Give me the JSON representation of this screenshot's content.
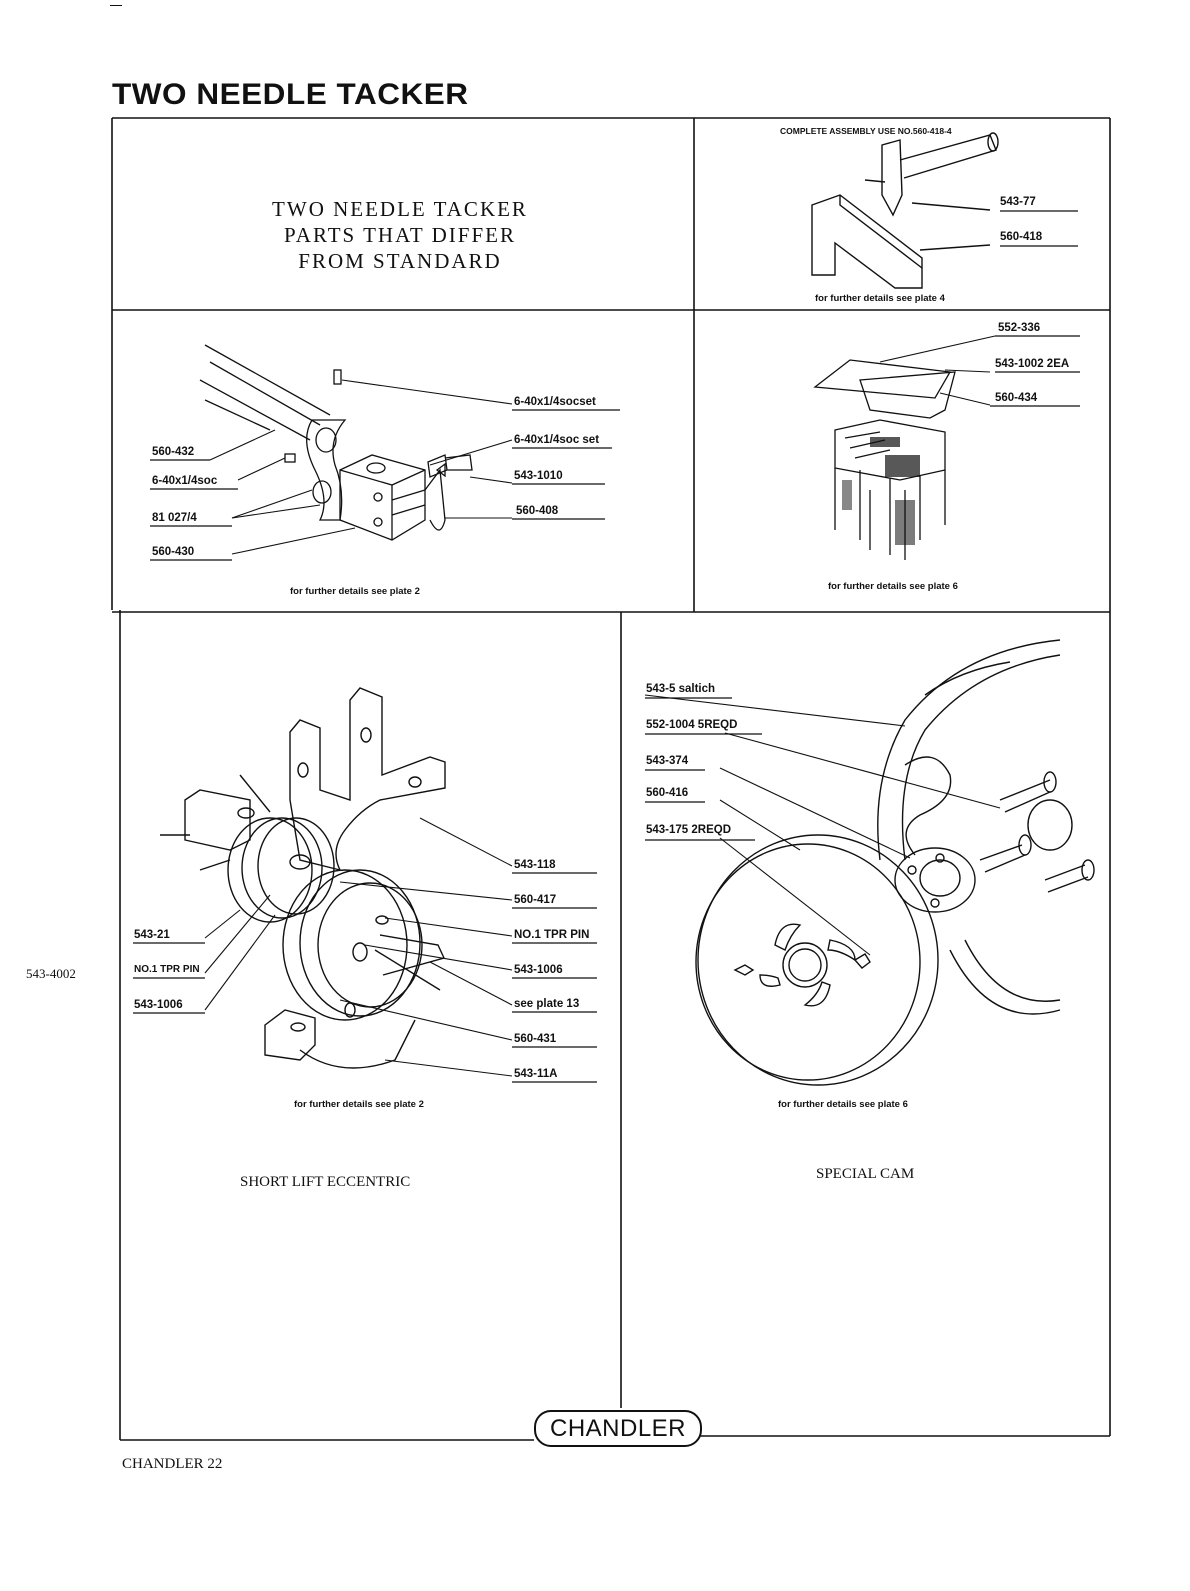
{
  "page": {
    "title": "TWO NEEDLE TACKER",
    "side_label": "543-4002",
    "footer": "CHANDLER 22",
    "logo": "CHANDLER"
  },
  "header_panel": {
    "lines": [
      "TWO NEEDLE TACKER",
      "PARTS THAT DIFFER",
      "FROM STANDARD"
    ]
  },
  "panel_top_right": {
    "assembly_note": "COMPLETE ASSEMBLY USE NO.560-418-4",
    "labels": [
      "543-77",
      "560-418"
    ],
    "note": "for further details see plate 4"
  },
  "panel_mid_left": {
    "labels_right": [
      "6-40x1/4socset",
      "6-40x1/4soc set",
      "543-1010",
      "560-408"
    ],
    "labels_left": [
      "560-432",
      "6-40x1/4soc",
      "81 027/4",
      "560-430"
    ],
    "note": "for further details see plate 2"
  },
  "panel_mid_right": {
    "labels": [
      "552-336",
      "543-1002 2EA",
      "560-434"
    ],
    "note": "for further details see plate 6"
  },
  "panel_bottom_left": {
    "labels_right": [
      "543-118",
      "560-417",
      "NO.1 TPR PIN",
      "543-1006",
      "see plate 13",
      "560-431",
      "543-11A"
    ],
    "labels_left": [
      "543-21",
      "NO.1 TPR PIN",
      "543-1006"
    ],
    "note": "for further details see plate 2",
    "caption": "SHORT LIFT ECCENTRIC"
  },
  "panel_bottom_right": {
    "labels": [
      "543-5 saltich",
      "552-1004 5REQD",
      "543-374",
      "560-416",
      "543-175 2REQD"
    ],
    "note": "for further details see plate 6",
    "caption": "SPECIAL CAM"
  }
}
